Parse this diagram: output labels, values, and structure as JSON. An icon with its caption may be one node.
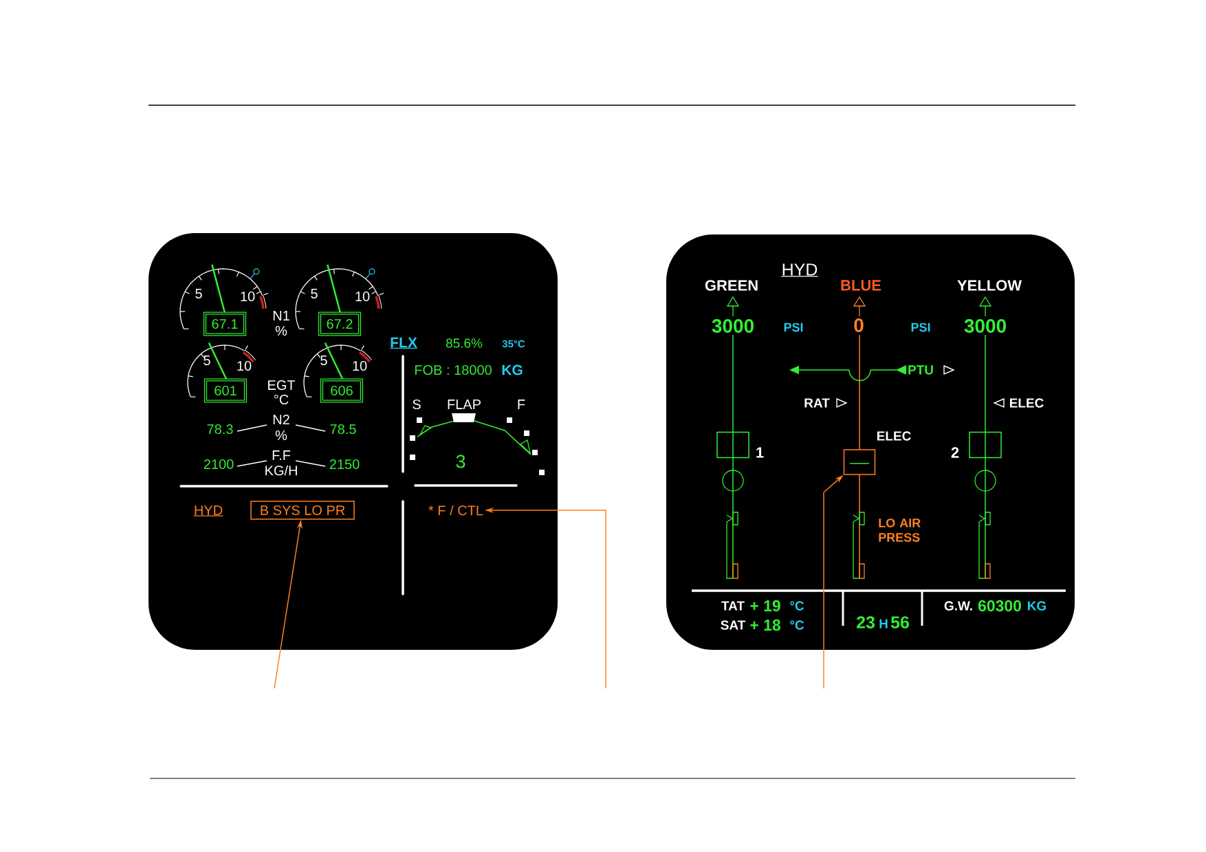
{
  "diagram": {
    "nodes": [
      {
        "text": [
          "67.1"
        ]
      },
      {
        "text": [
          "67.2"
        ]
      },
      {
        "text": [
          "601"
        ]
      },
      {
        "text": [
          "606"
        ]
      },
      {
        "text": [
          "B SYS LO PR"
        ]
      },
      {
        "text": [
          "* F / CTL"
        ]
      },
      {
        "text": [],
        "shape": "box",
        "beside": [
          "1"
        ]
      },
      {
        "text": [],
        "shape": "box",
        "beside": [
          "ELEC"
        ]
      },
      {
        "text": [],
        "shape": "box",
        "beside": [
          "2"
        ]
      }
    ],
    "edges": [
      {
        "from": null,
        "to": 4,
        "arrow": "to"
      },
      {
        "from": null,
        "to": 5,
        "arrow": "to"
      },
      {
        "from": null,
        "to": 7,
        "arrow": "to"
      }
    ],
    "labels": [
      "5",
      "10",
      "5",
      "10",
      "N1",
      "%",
      "5",
      "10",
      "5",
      "10",
      "EGT",
      "°C",
      "78.3",
      "N2",
      "%",
      "78.5",
      "2100",
      "F.F",
      "KG/H",
      "2150",
      "FLX",
      "85.6%",
      "35°C",
      "FOB : 18000",
      "KG",
      "S",
      "FLAP",
      "F",
      "3",
      "HYD",
      "HYD",
      "GREEN",
      "BLUE",
      "YELLOW",
      "3000",
      "PSI",
      "0",
      "PSI",
      "3000",
      "PTU",
      "RAT",
      "ELEC",
      "LO AIR PRESS",
      "TAT",
      "+ 19",
      "°C",
      "SAT",
      "+ 18",
      "°C",
      "23",
      "H",
      "56",
      "G.W.",
      "60300",
      "KG"
    ]
  }
}
